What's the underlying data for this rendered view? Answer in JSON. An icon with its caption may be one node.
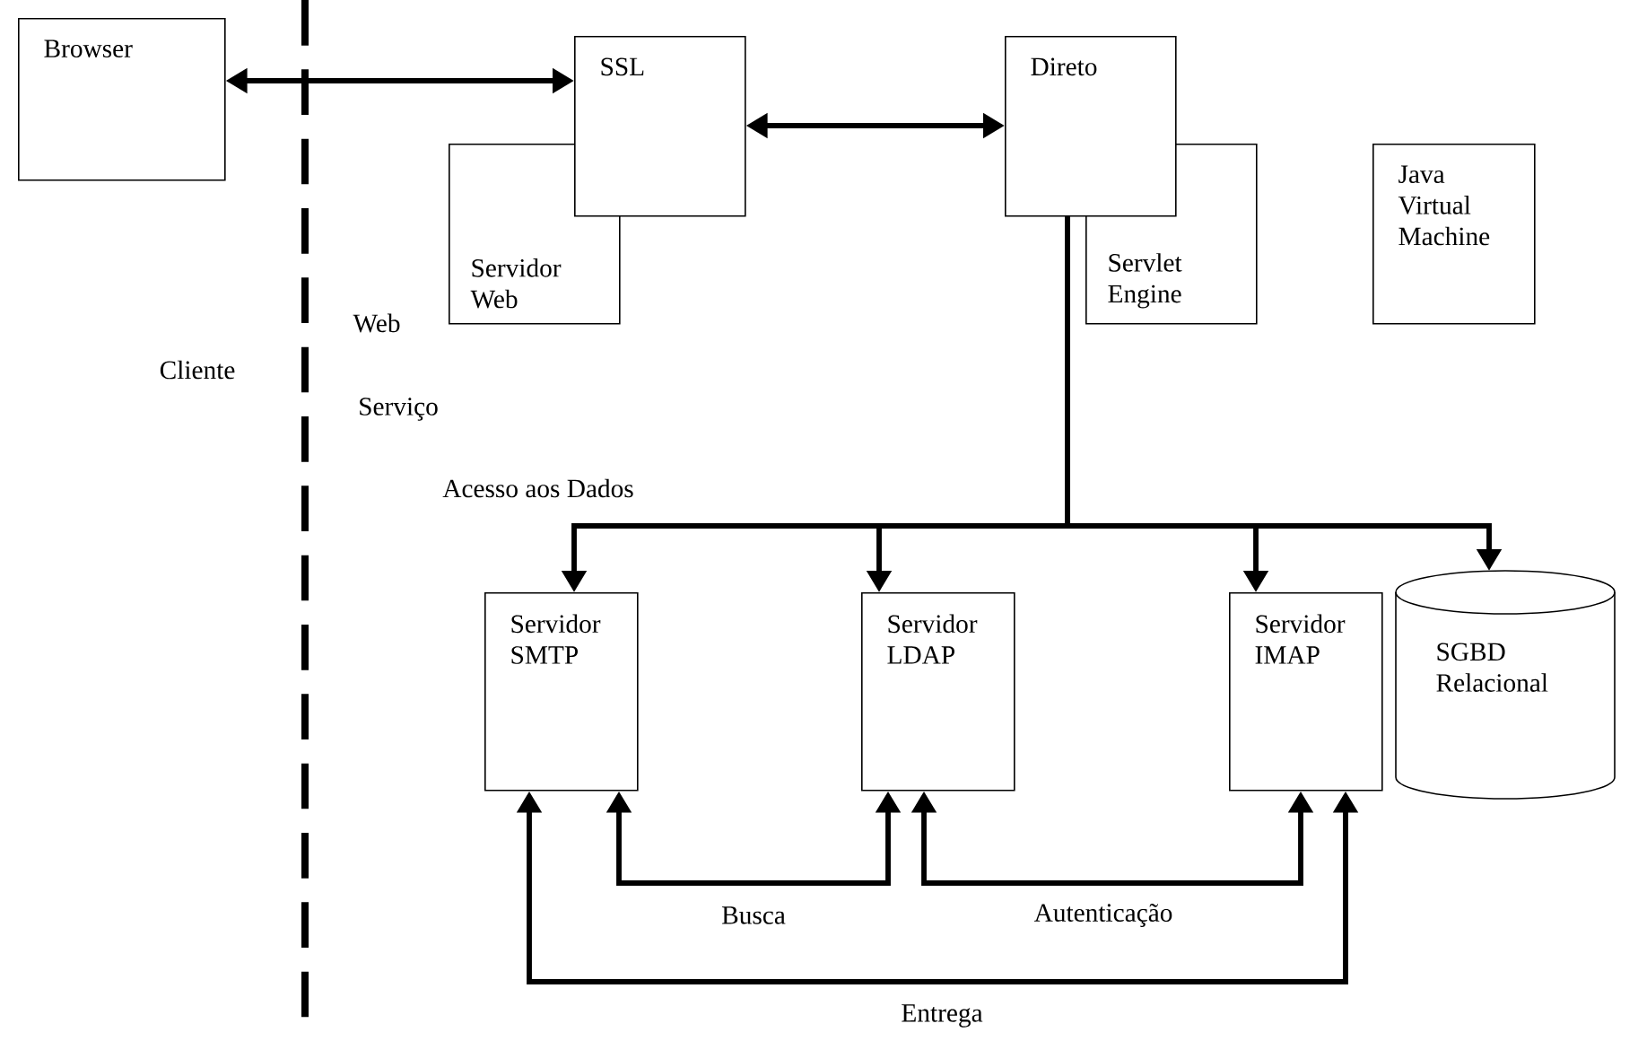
{
  "diagram": {
    "nodes": [
      {
        "text": [
          "Browser"
        ]
      },
      {
        "text": [
          "Servidor Web"
        ]
      },
      {
        "text": [
          "SSL"
        ]
      },
      {
        "text": [
          "Servlet Engine"
        ]
      },
      {
        "text": [
          "Direto"
        ]
      },
      {
        "text": [
          "Java Virtual Machine"
        ]
      },
      {
        "text": [
          "Servidor SMTP"
        ]
      },
      {
        "text": [
          "Servidor LDAP"
        ]
      },
      {
        "text": [
          "Servidor IMAP"
        ]
      },
      {
        "text": [
          "SGBD Relacional"
        ]
      }
    ],
    "edges": [
      {
        "from": 0,
        "to": 2,
        "arrow": "both"
      },
      {
        "from": 2,
        "to": 4,
        "arrow": "both"
      },
      {
        "from": 4,
        "to": 6,
        "arrow": "to",
        "label": "Acesso aos Dados"
      },
      {
        "from": 4,
        "to": 7,
        "arrow": "to"
      },
      {
        "from": 4,
        "to": 8,
        "arrow": "to"
      },
      {
        "from": 4,
        "to": 9,
        "arrow": "to"
      },
      {
        "from": 6,
        "to": 7,
        "arrow": "both",
        "label": "Busca"
      },
      {
        "from": 7,
        "to": 8,
        "arrow": "both",
        "label": "Autenticação"
      },
      {
        "from": 6,
        "to": 8,
        "arrow": "both",
        "label": "Entrega"
      }
    ],
    "labels": [
      "Web",
      "Cliente",
      "Serviço"
    ]
  }
}
